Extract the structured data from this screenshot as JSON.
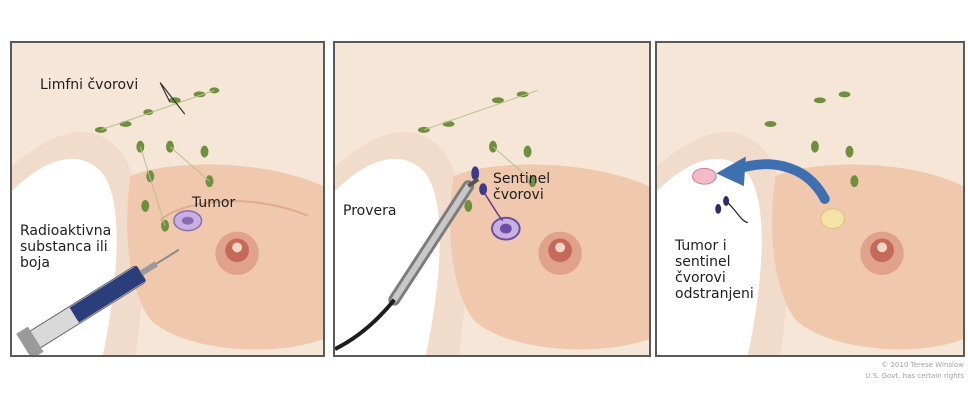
{
  "panels": [
    {
      "labels": {
        "lymph_nodes": "Limfni čvorovi",
        "tumor": "Tumor",
        "substance": "Radioaktivna substanca ili boja"
      }
    },
    {
      "labels": {
        "probe": "Provera",
        "sentinel": "Sentinel čvorovi"
      }
    },
    {
      "labels": {
        "removed": "Tumor i sentinel čvorovi odstranjeni"
      }
    }
  ],
  "credit": {
    "line1": "© 2010 Terese Winslow",
    "line2": "U.S. Govt. has certain rights"
  },
  "colors": {
    "skin": "#f3e2d4",
    "breast": "#eec7ad",
    "lymph_node": "#6f8f3f",
    "tumor": "#b79ad6",
    "arrow": "#3e6fb0"
  }
}
